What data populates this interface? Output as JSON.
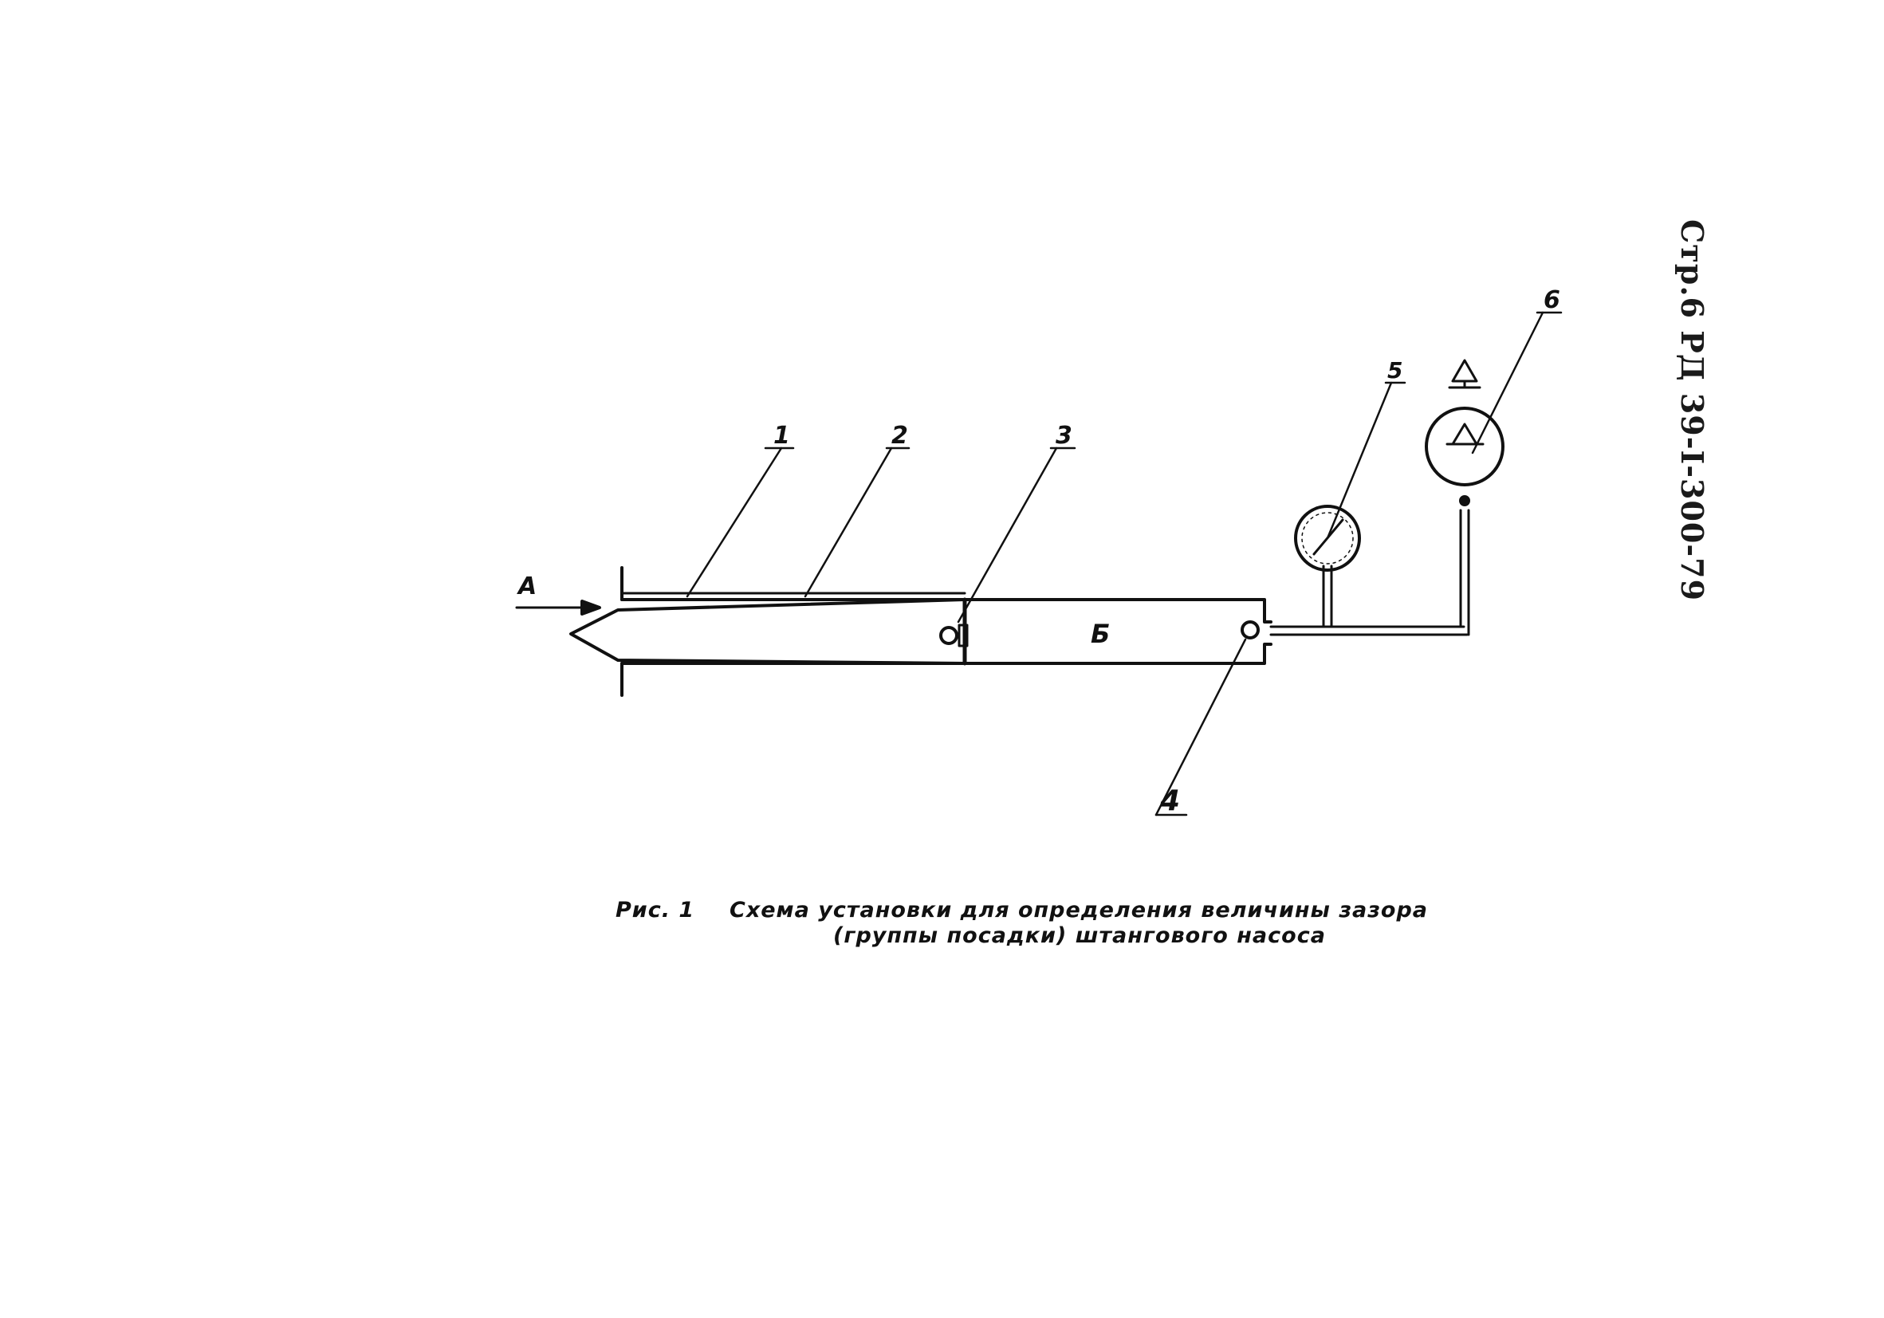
{
  "header": {
    "page_ref": "Стр.6 РД 39-I-300-79"
  },
  "diagram": {
    "callouts": [
      "1",
      "2",
      "3",
      "4",
      "5",
      "6"
    ],
    "arrow_label": "А",
    "cavity_label": "Б"
  },
  "caption": {
    "fig_label": "Рис. 1",
    "line1": "Схема установки для определения величины зазора",
    "line2": "(группы посадки) штангового насоса"
  },
  "colors": {
    "ink": "#111111",
    "paper": "#ffffff"
  }
}
